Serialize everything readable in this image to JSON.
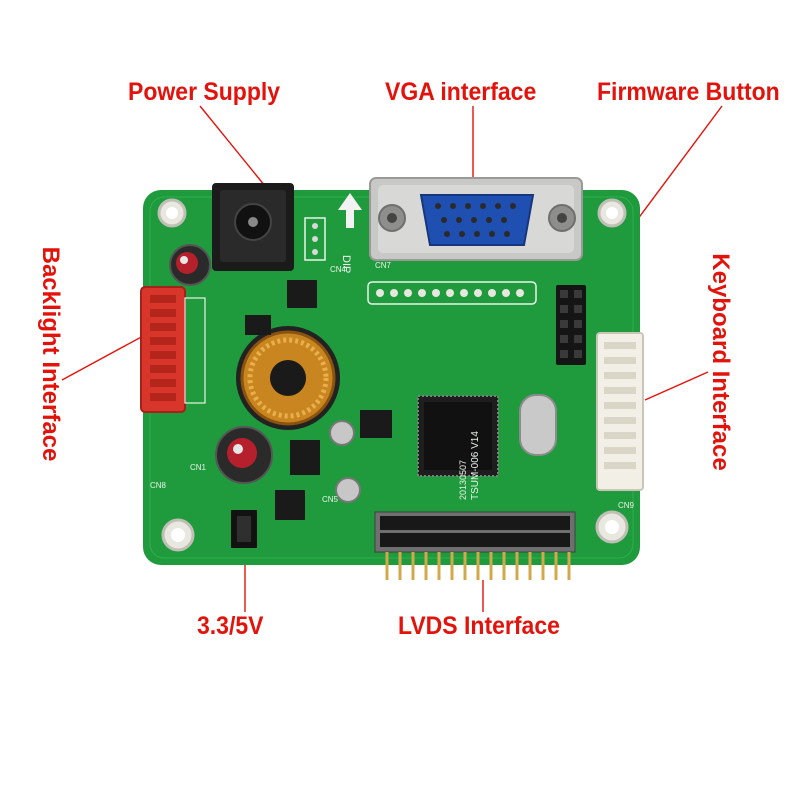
{
  "labels": {
    "power_supply": "Power Supply",
    "vga_interface": "VGA interface",
    "firmware_button": "Firmware Button",
    "backlight_interface": "Backlight Interface",
    "keyboard_interface": "Keyboard Interface",
    "voltage_jumper": "3.3/5V",
    "lvds_interface": "LVDS Interface"
  },
  "board": {
    "cn_labels": [
      "CN4",
      "CN5",
      "CN7",
      "CN8",
      "CN9",
      "CN1"
    ],
    "dip_text": "DIP",
    "model_text": "TSUM-006 V14",
    "date_text": "20130507"
  },
  "colors": {
    "label_color": "#e3120b",
    "pcb_green": "#1f9a3c",
    "connector_red": "#d9362b",
    "vga_blue": "#1f4fb0"
  }
}
